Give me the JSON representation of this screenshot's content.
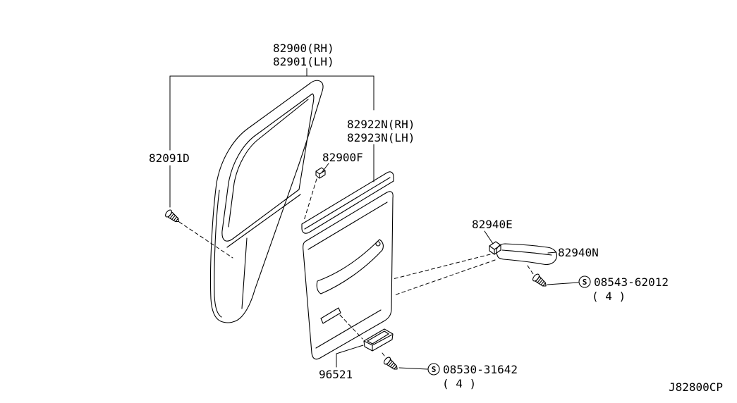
{
  "diagram": {
    "code": "J82800CP",
    "parts": {
      "door_rh": "82900(RH)",
      "door_lh": "82901(LH)",
      "garnish_rh": "82922N(RH)",
      "garnish_lh": "82923N(LH)",
      "door_screw": "82091D",
      "trim_clip": "82900F",
      "armrest_clip": "82940E",
      "armrest": "82940N",
      "armrest_screw": "08543-62012",
      "armrest_screw_qty": "( 4 )",
      "pocket": "96521",
      "pocket_screw": "08530-31642",
      "pocket_screw_qty": "( 4 )"
    },
    "symbols": {
      "screw_standard": "S"
    },
    "colors": {
      "line": "#000000",
      "background": "#ffffff"
    }
  }
}
